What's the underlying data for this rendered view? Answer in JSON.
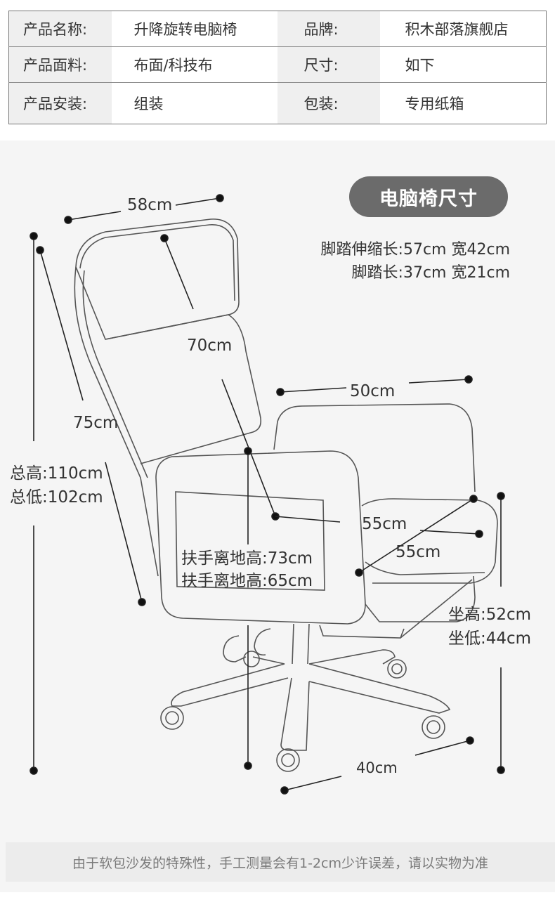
{
  "specs": {
    "rows": [
      {
        "label1": "产品名称:",
        "value1": "升降旋转电脑椅",
        "label2": "品牌:",
        "value2": "积木部落旗舰店"
      },
      {
        "label1": "产品面料:",
        "value1": "布面/科技布",
        "label2": "尺寸:",
        "value2": "如下"
      },
      {
        "label1": "产品安装:",
        "value1": "组装",
        "label2": "包装:",
        "value2": "专用纸箱"
      }
    ]
  },
  "badge": "电脑椅尺寸",
  "footrest": {
    "extended": "脚踏伸缩长:57cm  宽42cm",
    "length": "脚踏长:37cm  宽21cm"
  },
  "dimensions": {
    "headrest_width": "58cm",
    "back_height": "70cm",
    "back_length": "75cm",
    "seat_width": "50cm",
    "total_high": "总高:110cm",
    "total_low": "总低:102cm",
    "seat_depth_a": "55cm",
    "seat_depth_b": "55cm",
    "armrest_high": "扶手离地高:73cm",
    "armrest_low": "扶手离地高:65cm",
    "seat_high": "坐高:52cm",
    "seat_low": "坐低:44cm",
    "base": "40cm"
  },
  "footer_note": "由于软包沙发的特殊性，手工测量会有1-2cm少许误差，请以实物为准",
  "colors": {
    "badge_bg": "#6b6b6b",
    "panel_bg": "#f5f5f5",
    "label_bg": "#efefef",
    "line": "#222222"
  }
}
